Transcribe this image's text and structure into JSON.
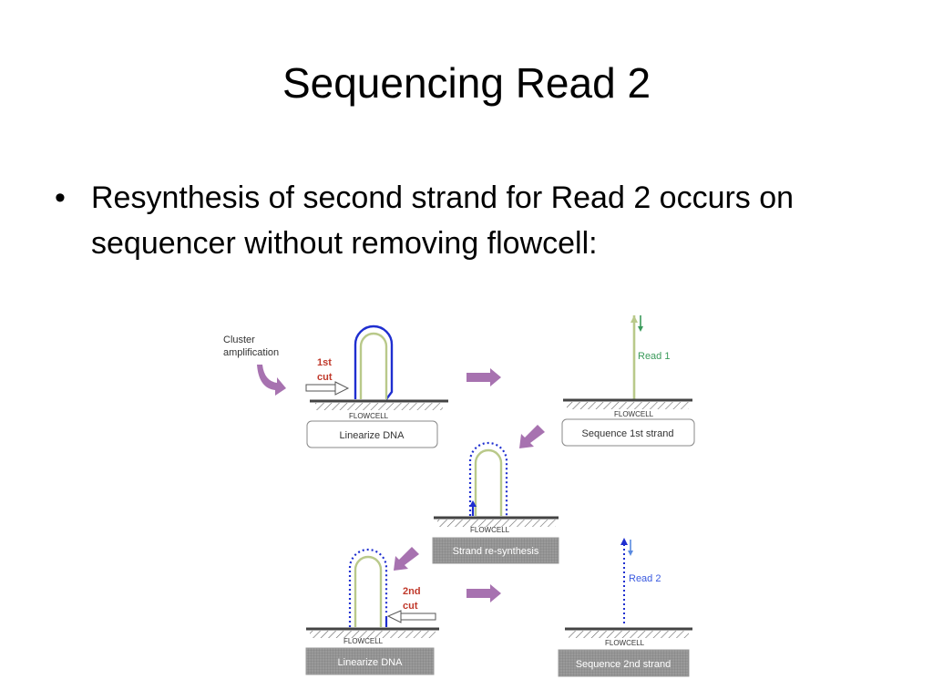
{
  "slide": {
    "title": "Sequencing Read 2",
    "bullet": "Resynthesis of second strand for Read 2 occurs on sequencer without removing flowcell:"
  },
  "diagram": {
    "cluster_label_1": "Cluster",
    "cluster_label_2": "amplification",
    "cut1_line1": "1st",
    "cut1_line2": "cut",
    "cut2_line1": "2nd",
    "cut2_line2": "cut",
    "flowcell": "FLOWCELL",
    "read1": "Read 1",
    "read2": "Read 2",
    "step_linearize_1": "Linearize DNA",
    "step_sequence_1": "Sequence 1st strand",
    "step_resynthesis": "Strand re-synthesis",
    "step_linearize_2": "Linearize DNA",
    "step_sequence_2": "Sequence 2nd strand",
    "colors": {
      "arrow_purple": "#a772b0",
      "strand_green": "#b9c98a",
      "strand_blue": "#1f2fd0",
      "cut_red": "#c0392b"
    }
  }
}
